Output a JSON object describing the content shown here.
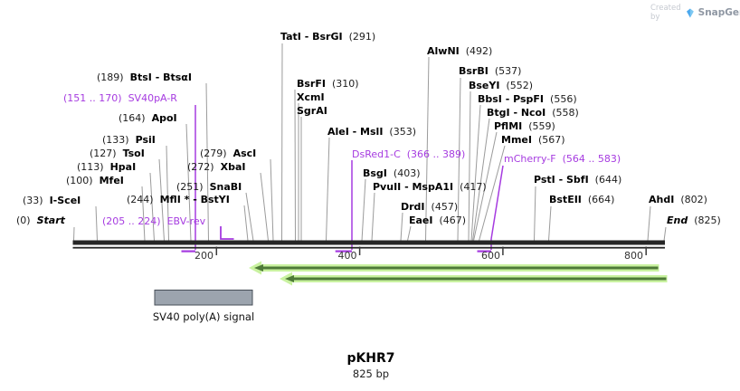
{
  "watermark": {
    "created_by": "Created by",
    "brand": "SnapGene"
  },
  "title": {
    "name": "pKHR7",
    "size": "825 bp"
  },
  "map": {
    "ticks": [
      "200",
      "400",
      "600",
      "800"
    ],
    "feature_label": "SV40 poly(A) signal",
    "sites": [
      {
        "pos": "(0)",
        "name": "Start"
      },
      {
        "pos": "(33)",
        "name": "I-SceI"
      },
      {
        "pos": "(100)",
        "name": "MfeI"
      },
      {
        "pos": "(113)",
        "name": "HpaI"
      },
      {
        "pos": "(127)",
        "name": "TsoI"
      },
      {
        "pos": "(133)",
        "name": "PsiI"
      },
      {
        "pos": "(151 .. 170)",
        "name": "SV40pA-R"
      },
      {
        "pos": "(164)",
        "name": "ApoI"
      },
      {
        "pos": "(189)",
        "name": "BtsI - BtsαI"
      },
      {
        "pos": "(205 .. 224)",
        "name": "EBV-rev"
      },
      {
        "pos": "(244)",
        "name": "MflI * - BstYI"
      },
      {
        "pos": "(251)",
        "name": "SnaBI"
      },
      {
        "pos": "(272)",
        "name": "XbaI"
      },
      {
        "pos": "(279)",
        "name": "AscI"
      },
      {
        "name": "TatI - BsrGI",
        "pos": "(291)"
      },
      {
        "name": "BsrFI",
        "pos": "(310)"
      },
      {
        "name": "XcmI",
        "pos": ""
      },
      {
        "name": "SgrAI",
        "pos": ""
      },
      {
        "name": "AleI - MslI",
        "pos": "(353)"
      },
      {
        "name": "DsRed1-C",
        "pos": "(366 .. 389)"
      },
      {
        "name": "BsgI",
        "pos": "(403)"
      },
      {
        "name": "PvuII - MspA1I",
        "pos": "(417)"
      },
      {
        "name": "DrdI",
        "pos": "(457)"
      },
      {
        "name": "EaeI",
        "pos": "(467)"
      },
      {
        "name": "AlwNI",
        "pos": "(492)"
      },
      {
        "name": "BsrBI",
        "pos": "(537)"
      },
      {
        "name": "BseYI",
        "pos": "(552)"
      },
      {
        "name": "BbsI - PspFI",
        "pos": "(556)"
      },
      {
        "name": "BtgI - NcoI",
        "pos": "(558)"
      },
      {
        "name": "PflMI",
        "pos": "(559)"
      },
      {
        "name": "MmeI",
        "pos": "(567)"
      },
      {
        "name": "mCherry-F",
        "pos": "(564 .. 583)"
      },
      {
        "name": "PstI - SbfI",
        "pos": "(644)"
      },
      {
        "name": "BstEII",
        "pos": "(664)"
      },
      {
        "name": "AhdI",
        "pos": "(802)"
      },
      {
        "name": "End",
        "pos": "(825)"
      }
    ]
  },
  "colors": {
    "primer_purple": "#A63BE0",
    "leader_gray": "#9b9b9b",
    "backbone_black": "#262626",
    "arrow_pale_green": "#C9F2A0",
    "arrow_core_green": "#4E7A38",
    "feature_box_gray": "#9CA4AE"
  }
}
